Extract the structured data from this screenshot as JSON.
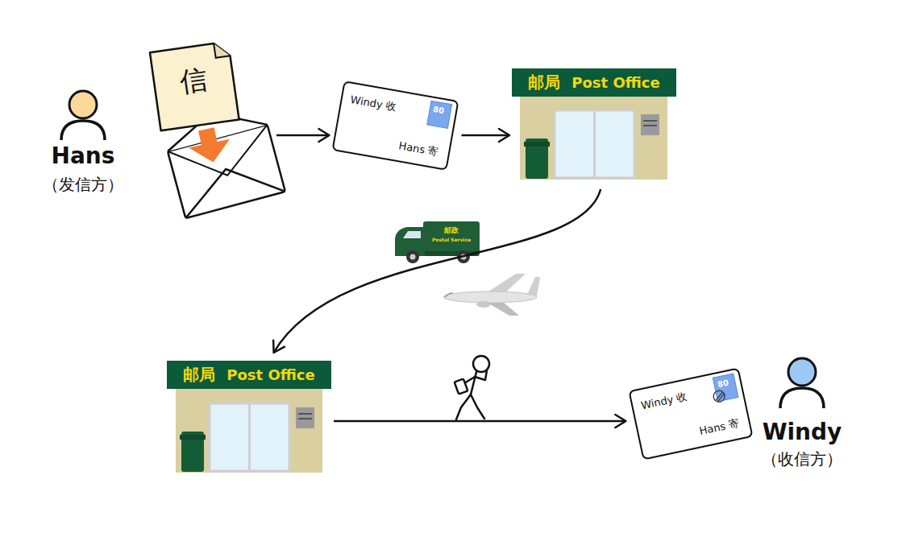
{
  "diagram": {
    "nodes": [
      {
        "text": [
          "Hans",
          "（发信方）"
        ]
      },
      {
        "text": [
          "信"
        ]
      },
      {
        "text": [
          "Windy 收",
          "80",
          "Hans 寄"
        ]
      },
      {
        "text": [
          "邮局",
          "Post Office"
        ]
      },
      {
        "text": [
          "邮政",
          "Postal Service"
        ]
      },
      {
        "text": [
          "邮局",
          "Post Office"
        ]
      },
      {
        "text": [
          "Windy 收",
          "80",
          "Hans 寄"
        ]
      },
      {
        "text": [
          "Windy",
          "（收信方）"
        ]
      }
    ],
    "edges": [
      {
        "from": 1,
        "to": 2,
        "arrow": "to"
      },
      {
        "from": 2,
        "to": 3,
        "arrow": "to"
      },
      {
        "from": 3,
        "to": 5,
        "arrow": "to"
      },
      {
        "from": 5,
        "to": 6,
        "arrow": "to"
      }
    ]
  }
}
